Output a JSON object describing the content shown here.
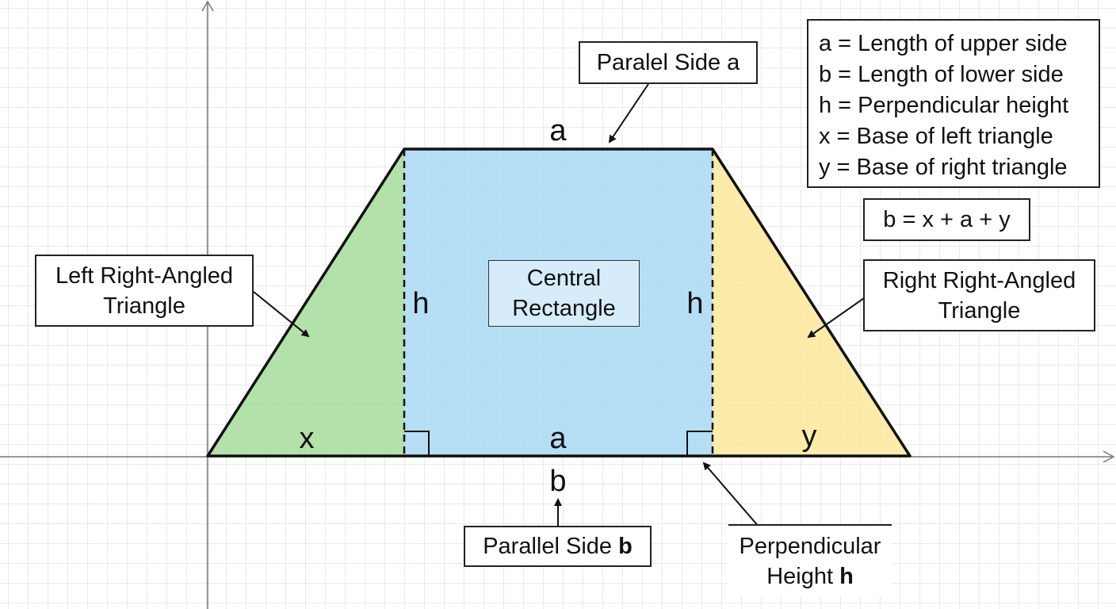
{
  "labels": {
    "top_a": "a",
    "bottom_a": "a",
    "left_h": "h",
    "right_h": "h",
    "x": "x",
    "y": "y",
    "b": "b"
  },
  "callouts": {
    "parallel_side_a": "Paralel Side a",
    "left_triangle_line1": "Left Right-Angled",
    "left_triangle_line2": "Triangle",
    "central_line1": "Central",
    "central_line2": "Rectangle",
    "right_triangle_line1": "Right Right-Angled",
    "right_triangle_line2": "Triangle",
    "parallel_side_b_text": "Parallel Side ",
    "parallel_side_b_bold": "b",
    "perp_line1": "Perpendicular",
    "perp_line2_text": "Height ",
    "perp_line2_bold": "h"
  },
  "legend": [
    "a = Length of upper side",
    "b = Length of lower side",
    "h = Perpendicular height",
    "x = Base of left triangle",
    "y = Base of right triangle"
  ],
  "formula": "b = x + a + y",
  "colors": {
    "left_triangle": "#a5dc9a",
    "central_rectangle": "#a9d8f3",
    "right_triangle": "#fbe89a",
    "grid": "#d6d6d6",
    "outline": "#111111"
  }
}
